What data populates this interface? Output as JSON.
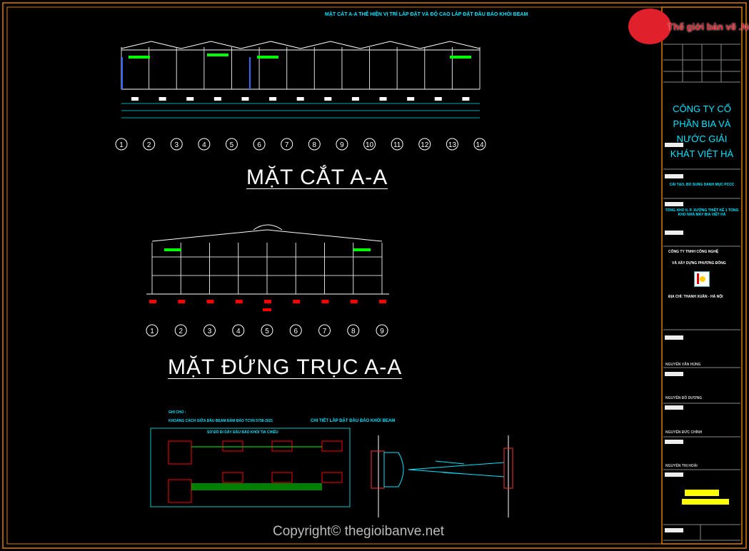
{
  "header": {
    "title": "MẶT CẮT A-A THỂ HIỆN VỊ TRÍ LẮP ĐẶT VÀ ĐỘ CAO LẮP ĐẶT ĐẦU BÁO KHÓI BEAM"
  },
  "section1": {
    "title": "MẶT CẮT A-A",
    "axes": [
      "1",
      "2",
      "3",
      "4",
      "5",
      "6",
      "7",
      "8",
      "9",
      "10",
      "11",
      "12",
      "13",
      "14"
    ]
  },
  "section2": {
    "title": "MẶT ĐỨNG TRỤC A-A",
    "axes": [
      "1",
      "2",
      "3",
      "4",
      "5",
      "6",
      "7",
      "8",
      "9"
    ]
  },
  "notes": {
    "label": "GHI CHÚ :",
    "item": "KHOẢNG CÁCH GIỮA ĐẦU BEAM ĐẢM BẢO TCVN 5738-2021"
  },
  "wiring": {
    "title": "SƠ ĐỒ ĐI DÂY ĐẦU BÁO KHÓI TIA CHIẾU"
  },
  "detail": {
    "title": "CHI TIẾT LẮP ĐẶT ĐẦU BÁO KHÓI BEAM"
  },
  "title_block": {
    "owner": "CÔNG TY CỔ PHẦN BIA VÀ NƯỚC GIẢI KHÁT VIỆT HÀ",
    "project": "CẢI TẠO, BỔ SUNG DANH MỤC PCCC",
    "building": "TỔNG KHO II, P. XƯỞNG THIẾT KẾ 1 TỔNG KHO NHÀ MÁY BIA VIỆT HÀ",
    "contractor": "CÔNG TY TNHH CÔNG NGHỆ",
    "contractor2": "VÀ XÂY DỰNG PHƯƠNG ĐÔNG",
    "address": "ĐỊA CHỈ: THANH XUÂN - HÀ NỘI",
    "signers": [
      "NGUYỄN VĂN HÙNG",
      "NGUYỄN ĐỖ DƯƠNG",
      "NGUYỄN ĐỨC CHÍNH",
      "NGUYỄN THỊ HOÀI"
    ]
  },
  "watermark": {
    "copyright": "Copyright© thegioibanve.net",
    "logo": "Thế giới bản vẽ .Net"
  },
  "colors": {
    "cyan": "#00e5ff",
    "frame": "#e07b00",
    "green": "#00ff00",
    "red": "#ff0000",
    "yellow": "#ffff00"
  }
}
